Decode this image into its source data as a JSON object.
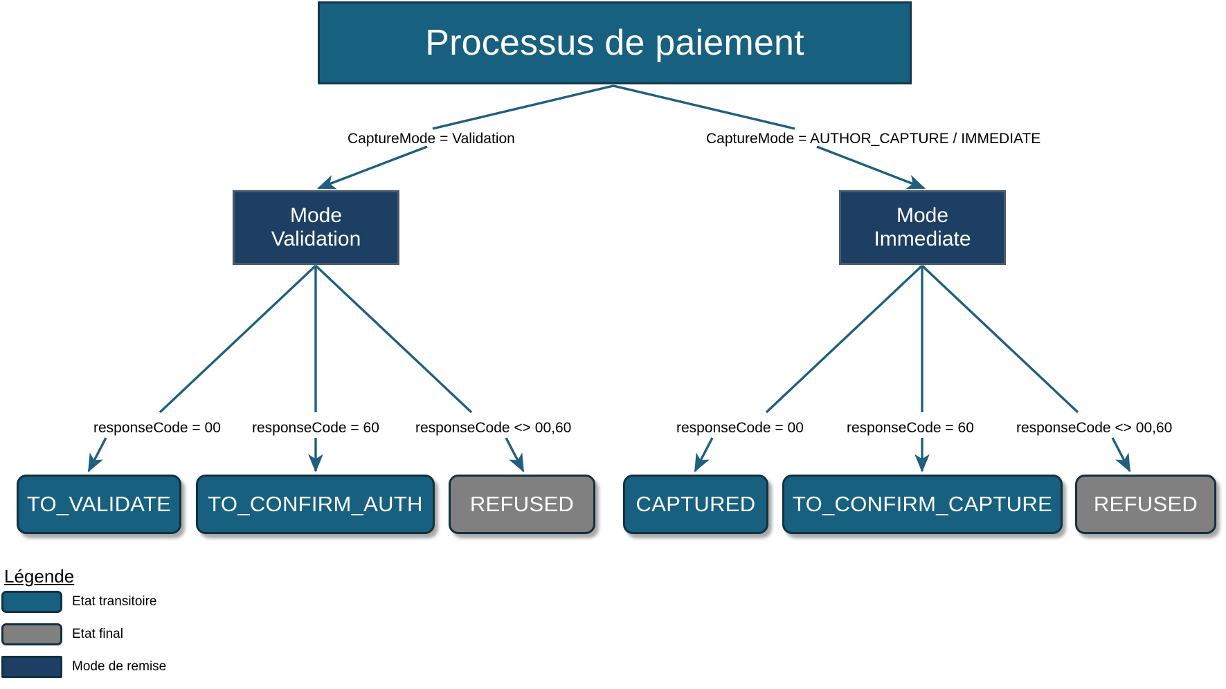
{
  "diagram": {
    "title": "Processus de paiement",
    "nodes": {
      "root": {
        "label": "Processus de paiement",
        "kind": "root",
        "color": "#18607f"
      },
      "mode_validation": {
        "label": "Mode\nValidation",
        "kind": "mode",
        "color": "#1d3f63"
      },
      "mode_immediate": {
        "label": "Mode\nImmediate",
        "kind": "mode",
        "color": "#1d3f63"
      },
      "to_validate": {
        "label": "TO_VALIDATE",
        "kind": "transient",
        "color": "#18607f"
      },
      "to_confirm_auth": {
        "label": "TO_CONFIRM_AUTH",
        "kind": "transient",
        "color": "#18607f"
      },
      "refused_left": {
        "label": "REFUSED",
        "kind": "final",
        "color": "#808080"
      },
      "captured": {
        "label": "CAPTURED",
        "kind": "transient",
        "color": "#18607f"
      },
      "to_confirm_capture": {
        "label": "TO_CONFIRM_CAPTURE",
        "kind": "transient",
        "color": "#18607f"
      },
      "refused_right": {
        "label": "REFUSED",
        "kind": "final",
        "color": "#808080"
      }
    },
    "edge_labels": {
      "capturemode_validation": "CaptureMode = Validation",
      "capturemode_author_capture": "CaptureMode = AUTHOR_CAPTURE / IMMEDIATE",
      "rc_00_left": "responseCode = 00",
      "rc_60_left": "responseCode = 60",
      "rc_other_left": "responseCode <> 00,60",
      "rc_00_right": "responseCode = 00",
      "rc_60_right": "responseCode = 60",
      "rc_other_right": "responseCode <> 00,60"
    },
    "edge_color": "#1f5f80"
  },
  "legend": {
    "title": "Légende",
    "items": [
      {
        "label": "Etat transitoire",
        "color": "#18607f"
      },
      {
        "label": "Etat final",
        "color": "#808080"
      },
      {
        "label": "Mode de remise",
        "color": "#1d3f63"
      }
    ]
  }
}
